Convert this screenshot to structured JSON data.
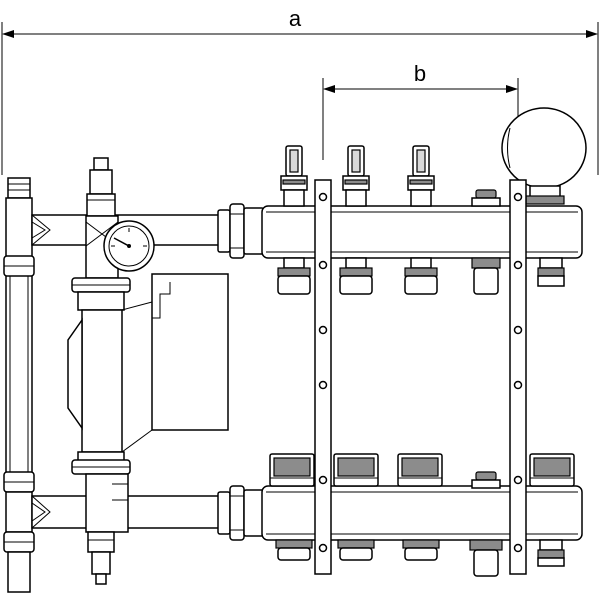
{
  "dimensions": {
    "overall_label": "a",
    "spacing_label": "b"
  },
  "colors": {
    "line": "#000000",
    "background": "#ffffff",
    "shade": "#d9d9d9",
    "dark_shade": "#8c8c8c"
  },
  "components": {
    "supply_outlets": 3,
    "return_outlets": 3
  }
}
